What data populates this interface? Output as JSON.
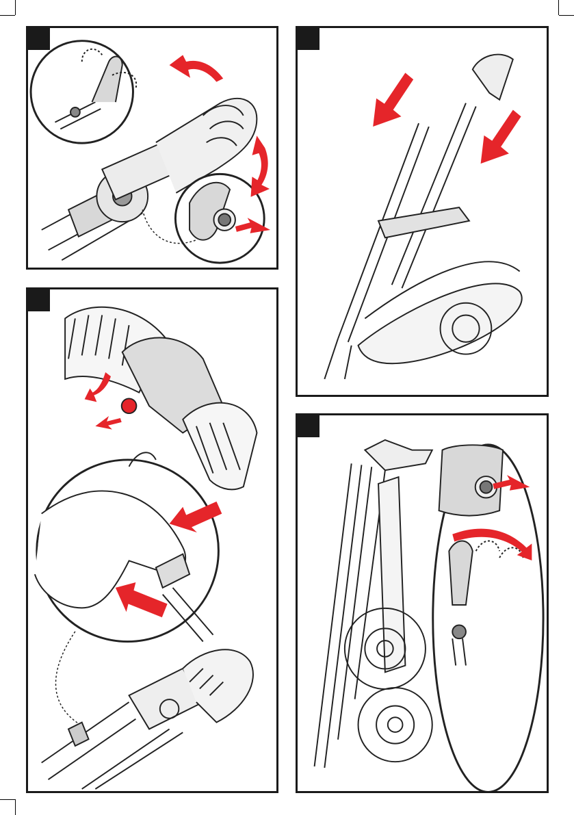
{
  "page": {
    "steps": [
      {
        "id": "step-1",
        "illustration": "handlebar-fold-release-illustration",
        "arrow_color": "#e5252a"
      },
      {
        "id": "step-2",
        "illustration": "stroller-push-down-illustration",
        "arrow_color": "#e5252a"
      },
      {
        "id": "step-3",
        "illustration": "button-and-ring-release-illustration",
        "arrow_color": "#e5252a"
      },
      {
        "id": "step-4",
        "illustration": "folded-stroller-illustration",
        "arrow_color": "#e5252a"
      }
    ],
    "colors": {
      "panel_border": "#1a1a1a",
      "arrow": "#e5252a",
      "line_art": "#222222",
      "shading": "#d8d8d8"
    }
  }
}
